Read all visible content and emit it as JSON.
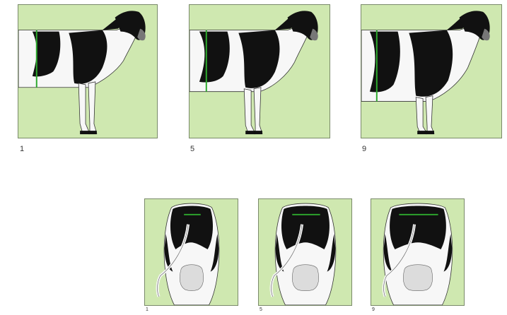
{
  "side_view": {
    "panels": [
      {
        "score": "1"
      },
      {
        "score": "5"
      },
      {
        "score": "9"
      }
    ]
  },
  "rear_view": {
    "panels": [
      {
        "score": "1"
      },
      {
        "score": "5"
      },
      {
        "score": "9"
      }
    ]
  },
  "colors": {
    "background": "#cfe8b0",
    "measure_line": "#2eaa2e",
    "cow_black": "#111111",
    "cow_white": "#f7f7f7",
    "udder": "#dcdcdc"
  }
}
